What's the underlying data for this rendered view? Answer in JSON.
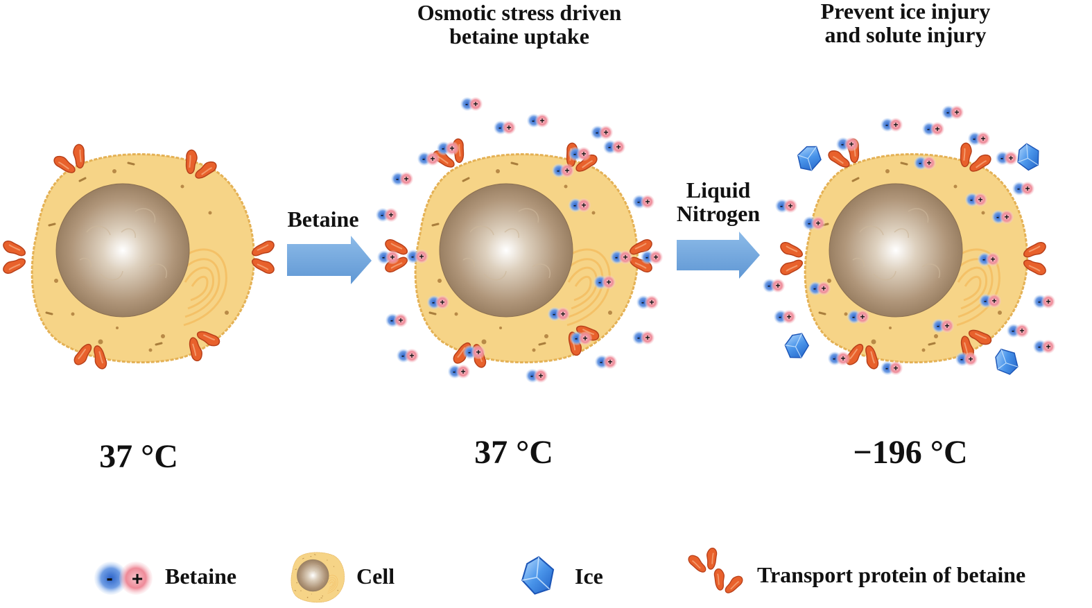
{
  "panels": [
    {
      "heading_lines": [],
      "temperature": "37 °C"
    },
    {
      "heading_lines": [
        "Osmotic stress driven",
        "betaine uptake"
      ],
      "temperature": "37 °C"
    },
    {
      "heading_lines": [
        "Prevent ice injury",
        "and solute injury"
      ],
      "temperature": "−196 °C"
    }
  ],
  "arrows": [
    {
      "label_lines": [
        "Betaine"
      ]
    },
    {
      "label_lines": [
        "Liquid",
        "Nitrogen"
      ]
    }
  ],
  "legend": [
    {
      "label": "Betaine",
      "icon": "betaine-molecule-icon"
    },
    {
      "label": "Cell",
      "icon": "cell-icon"
    },
    {
      "label": "Ice",
      "icon": "ice-crystal-icon"
    },
    {
      "label": "Transport protein of betaine",
      "icon": "transport-protein-icon"
    }
  ],
  "betaine_signs": {
    "minus": "-",
    "plus": "+"
  },
  "colors": {
    "cytoplasm": "#f6d487",
    "cytoplasm_edge": "#e4b155",
    "nucleus": "#a98d6e",
    "transport_protein": "#e8612c",
    "betaine_negative": "#4a7fd6",
    "betaine_positive": "#e8596f",
    "ice": "#3f86e3",
    "arrow": "#6fa6df"
  }
}
